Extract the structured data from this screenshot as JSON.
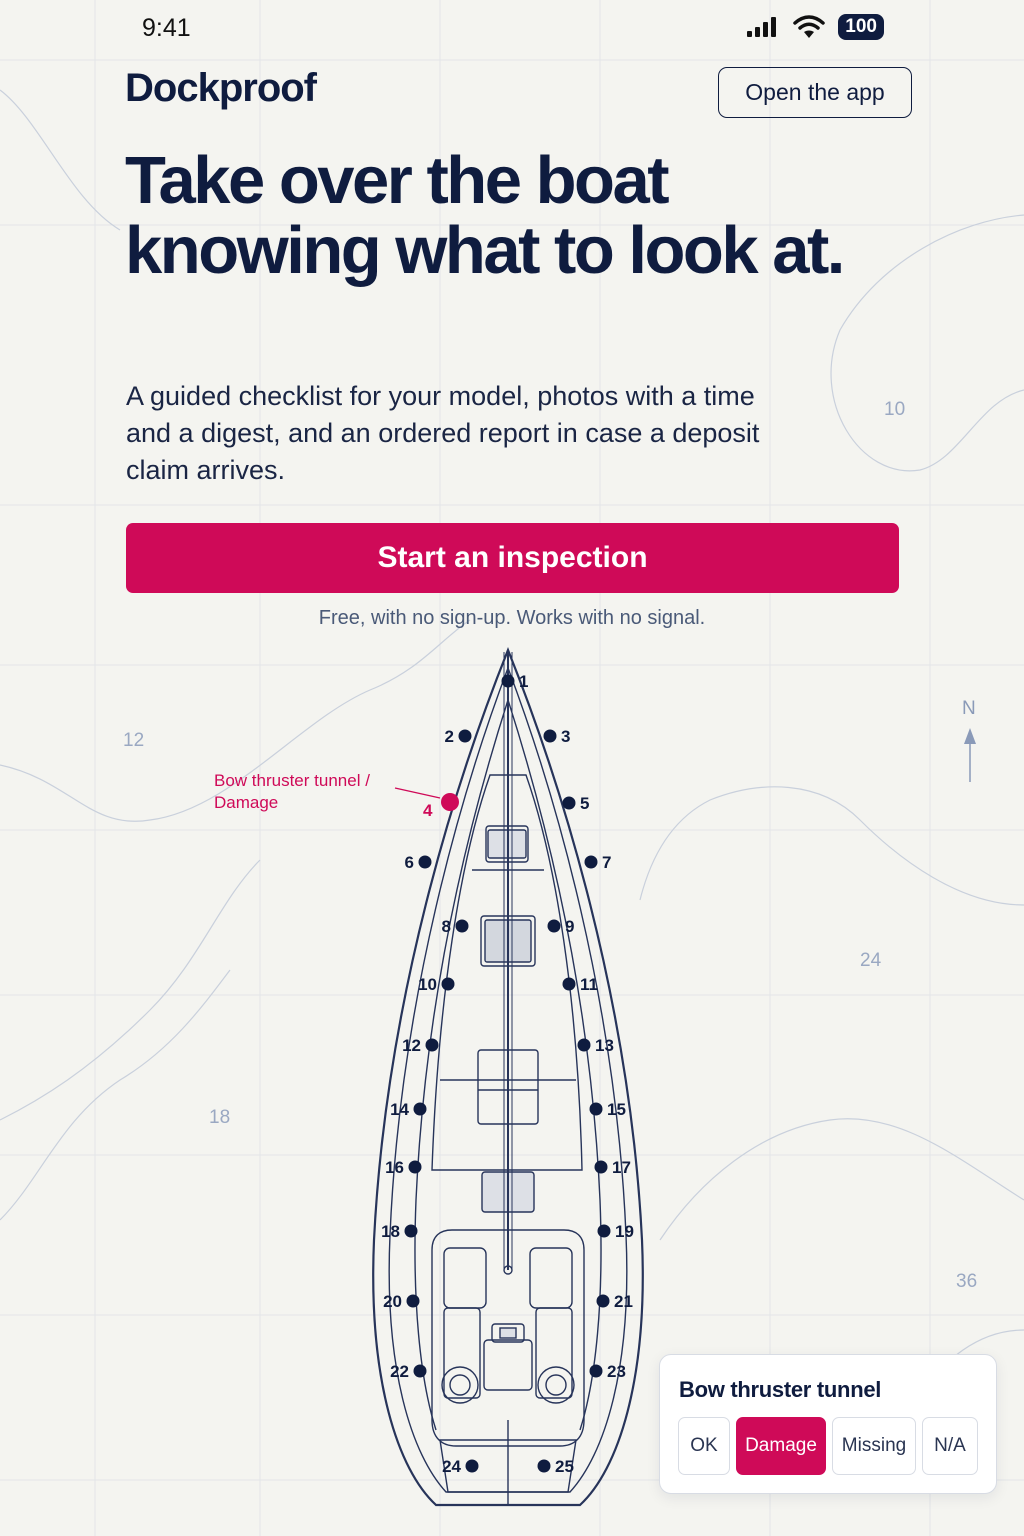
{
  "status_bar": {
    "time": "9:41",
    "battery": "100"
  },
  "header": {
    "brand": "Dockproof",
    "open_app_label": "Open the app"
  },
  "hero": {
    "headline": "Take over the boat knowing what to look at.",
    "subtext": "A guided checklist for your model, photos with a time and a digest, and an ordered report in case a deposit claim arrives.",
    "cta_label": "Start an inspection",
    "fine_print": "Free, with no sign-up. Works with no signal."
  },
  "chart_background": {
    "depth_labels": [
      "10",
      "12",
      "24",
      "18",
      "36"
    ],
    "compass_label": "N"
  },
  "boat_diagram": {
    "callout": {
      "line1": "Bow thruster tunnel /",
      "line2": "Damage",
      "point_number": "4"
    },
    "points": [
      "1",
      "2",
      "3",
      "4",
      "5",
      "6",
      "7",
      "8",
      "9",
      "10",
      "11",
      "12",
      "13",
      "14",
      "15",
      "16",
      "17",
      "18",
      "19",
      "20",
      "21",
      "22",
      "23",
      "24",
      "25"
    ],
    "selected_point": "4"
  },
  "inspection_card": {
    "title": "Bow thruster tunnel",
    "options": [
      "OK",
      "Damage",
      "Missing",
      "N/A"
    ],
    "selected": "Damage"
  },
  "colors": {
    "accent": "#cf0a58",
    "navy": "#0f1c3f",
    "background": "#f4f4f0"
  }
}
